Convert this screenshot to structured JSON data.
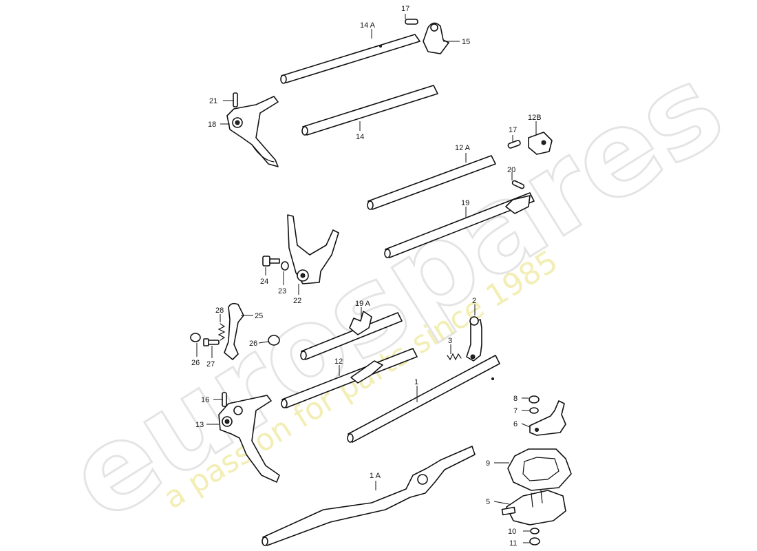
{
  "watermark": {
    "brand": "eurospares",
    "tagline": "a passion for parts since 1985"
  },
  "callouts": [
    {
      "id": "c17a",
      "text": "17"
    },
    {
      "id": "c14a",
      "text": "14 A"
    },
    {
      "id": "c15",
      "text": "15"
    },
    {
      "id": "c21",
      "text": "21"
    },
    {
      "id": "c18",
      "text": "18"
    },
    {
      "id": "c14",
      "text": "14"
    },
    {
      "id": "c12b",
      "text": "12B"
    },
    {
      "id": "c17b",
      "text": "17"
    },
    {
      "id": "c12a",
      "text": "12 A"
    },
    {
      "id": "c20",
      "text": "20"
    },
    {
      "id": "c19",
      "text": "19"
    },
    {
      "id": "c24",
      "text": "24"
    },
    {
      "id": "c23",
      "text": "23"
    },
    {
      "id": "c22",
      "text": "22"
    },
    {
      "id": "c28",
      "text": "28"
    },
    {
      "id": "c25",
      "text": "25"
    },
    {
      "id": "c19a",
      "text": "19 A"
    },
    {
      "id": "c2",
      "text": "2"
    },
    {
      "id": "c26a",
      "text": "26"
    },
    {
      "id": "c26b",
      "text": "26"
    },
    {
      "id": "c27",
      "text": "27"
    },
    {
      "id": "c3",
      "text": "3"
    },
    {
      "id": "c12",
      "text": "12"
    },
    {
      "id": "c1",
      "text": "1"
    },
    {
      "id": "c16",
      "text": "16"
    },
    {
      "id": "c13",
      "text": "13"
    },
    {
      "id": "c8",
      "text": "8"
    },
    {
      "id": "c7",
      "text": "7"
    },
    {
      "id": "c6",
      "text": "6"
    },
    {
      "id": "c9",
      "text": "9"
    },
    {
      "id": "c1a",
      "text": "1 A"
    },
    {
      "id": "c5",
      "text": "5"
    },
    {
      "id": "c10",
      "text": "10"
    },
    {
      "id": "c11",
      "text": "11"
    }
  ]
}
